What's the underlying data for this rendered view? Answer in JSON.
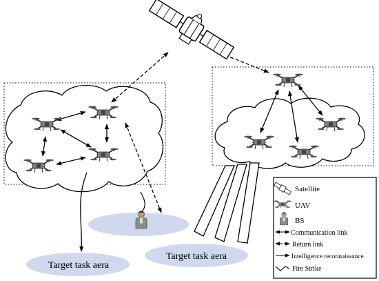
{
  "diagram": {
    "areas": [
      {
        "id": "bs-area",
        "label": ""
      },
      {
        "id": "task-area-left",
        "label": "Target task aera"
      },
      {
        "id": "task-area-right",
        "label": "Target task aera"
      }
    ],
    "legend": [
      {
        "icon": "satellite-icon",
        "label": "Satellite"
      },
      {
        "icon": "uav-icon",
        "label": "UAV"
      },
      {
        "icon": "base-station-icon",
        "label": "BS"
      },
      {
        "icon": "communication-link-icon",
        "label": "Communication link"
      },
      {
        "icon": "return-link-icon",
        "label": "Return link"
      },
      {
        "icon": "intelligence-reconnaissance-icon",
        "label": "Intelligence reconnaissance"
      },
      {
        "icon": "fire-strike-icon",
        "label": "Fire Strike"
      }
    ]
  }
}
